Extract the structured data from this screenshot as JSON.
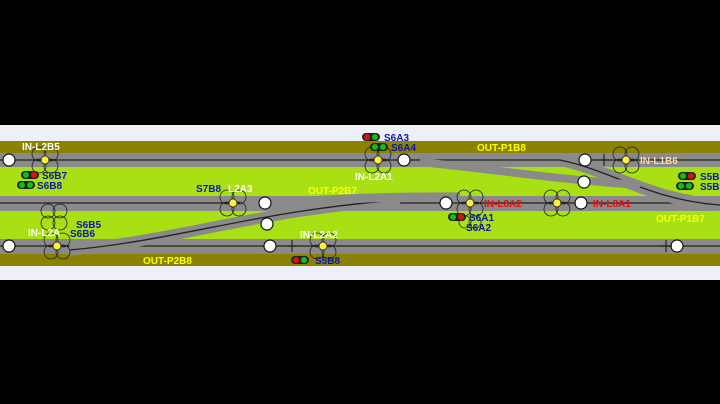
{
  "colors": {
    "frame": "#000000",
    "panel_bg": "#eef0f7",
    "olive_band": "#8a8200",
    "green_band": "#a8e014",
    "track_gray": "#8a8a8a",
    "rail_black": "#111111",
    "label_white": "#ffffff",
    "label_yellow": "#ffff00",
    "label_blue": "#0a18a8",
    "label_red": "#e01010",
    "label_peach": "#ffd8a8",
    "lamp_red": "#e01010",
    "lamp_green": "#10c010",
    "balise_yellow": "#ffee44"
  },
  "track_labels": {
    "in_l2b5": "IN-L2B5",
    "out_p1b8": "OUT-P1B8",
    "in_l1b6": "IN-L1B6",
    "in_l2a1": "IN-L2A1",
    "out_p2b7": "OUT-P2B7",
    "l2a3": "L2A3",
    "in_l8a2": "IN-L8A2",
    "in_l8a1": "IN-L8A1",
    "out_p1b7": "OUT-P1B7",
    "in_l2a4": "IN-L2A",
    "in_l2a2": "IN-L2A2",
    "out_p2b8": "OUT-P2B8"
  },
  "signal_labels": {
    "s6a3": "S6A3",
    "s6a4": "S6A4",
    "s6b7": "S6B7",
    "s6b8": "S6B8",
    "s7b8": "S7B8",
    "s6b5": "S6B5",
    "s6b6": "S6B6",
    "s6a1": "S6A1",
    "s6a2": "S6A2",
    "s5b_top": "S5B",
    "s5b_bottom": "S5B",
    "s5b8": "S5B8"
  }
}
